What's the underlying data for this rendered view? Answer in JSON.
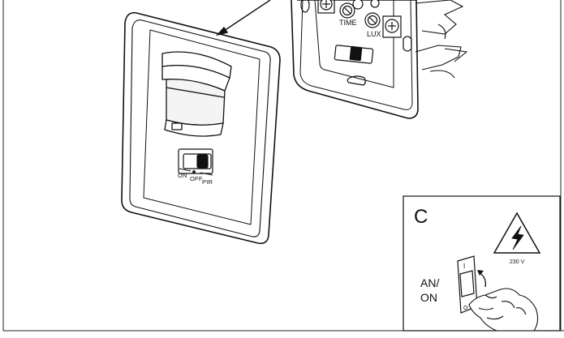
{
  "device": {
    "selector_labels": {
      "on": "ON",
      "off": "OFF",
      "pir": "PIR"
    },
    "pot_labels": {
      "time": "TIME",
      "lux": "LUX"
    }
  },
  "panel_c": {
    "letter": "C",
    "voltage": "230 V",
    "switch_label_line1": "AN/",
    "switch_label_line2": "ON",
    "switch_marks": {
      "on": "I",
      "off": "O"
    }
  }
}
